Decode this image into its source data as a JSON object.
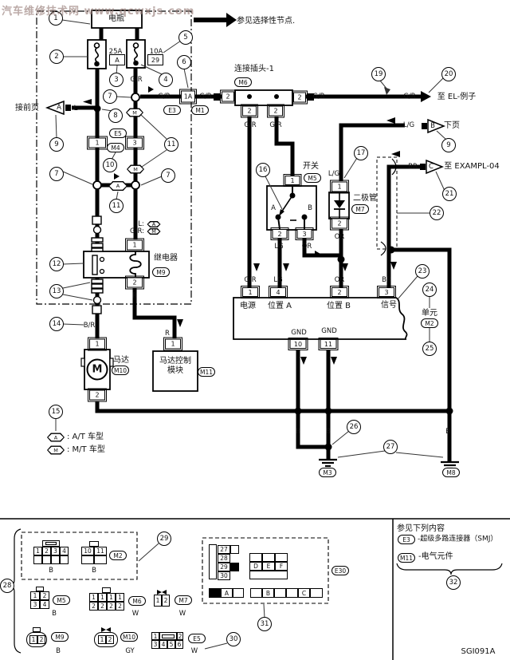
{
  "watermark": "汽车维修技术网 www.qcwxjs.com",
  "footer_code": "SGI091A",
  "colors": {
    "wire": "#000000",
    "background": "#ffffff",
    "watermark": "#96807a"
  },
  "texts": [
    [
      146,
      24,
      "电瓶"
    ],
    [
      145,
      65,
      "25A",
      "s"
    ],
    [
      196,
      65,
      "10A",
      "s"
    ],
    [
      121,
      100,
      "L",
      "s"
    ],
    [
      171,
      100,
      "G/R",
      "s"
    ],
    [
      34,
      136,
      "接前页"
    ],
    [
      95,
      136,
      "L",
      "s"
    ],
    [
      206,
      121,
      "G/R",
      "s"
    ],
    [
      258,
      121,
      "G/R",
      "s"
    ],
    [
      297,
      27,
      "参见选择性节点.",
      "l"
    ],
    [
      319,
      87,
      "连接插头-1"
    ],
    [
      314,
      157,
      "G/R",
      "s"
    ],
    [
      346,
      157,
      "G/R",
      "s"
    ],
    [
      400,
      121,
      "G/R",
      "s"
    ],
    [
      514,
      121,
      "G/R",
      "s"
    ],
    [
      573,
      122,
      "至 EL-例子"
    ],
    [
      513,
      157,
      "L/G",
      "s"
    ],
    [
      567,
      158,
      "下页"
    ],
    [
      518,
      209,
      "BR",
      "s"
    ],
    [
      592,
      209,
      "至 EXAMPL-04"
    ],
    [
      419,
      218,
      "L/G",
      "s"
    ],
    [
      390,
      209,
      "开关"
    ],
    [
      343,
      261,
      "A",
      "s"
    ],
    [
      389,
      261,
      "B",
      "s"
    ],
    [
      350,
      309,
      "LG",
      "s"
    ],
    [
      385,
      309,
      "OR",
      "s"
    ],
    [
      458,
      249,
      "二极管"
    ],
    [
      426,
      297,
      "OR",
      "s"
    ],
    [
      177,
      281,
      "L:",
      "s"
    ],
    [
      172,
      290,
      "G/R:",
      "s"
    ],
    [
      208,
      324,
      "继电器"
    ],
    [
      169,
      371,
      "R",
      "s"
    ],
    [
      112,
      408,
      "B/R",
      "s"
    ],
    [
      210,
      418,
      "R",
      "s"
    ],
    [
      152,
      452,
      "马达"
    ],
    [
      220,
      453,
      "马达控制"
    ],
    [
      220,
      465,
      "模块"
    ],
    [
      539,
      393,
      "单元"
    ],
    [
      311,
      384,
      "电源"
    ],
    [
      351,
      384,
      "位置 A"
    ],
    [
      425,
      384,
      "位置 B"
    ],
    [
      488,
      383,
      "信号"
    ],
    [
      375,
      417,
      "GND",
      "s"
    ],
    [
      413,
      415,
      "GND",
      "s"
    ],
    [
      314,
      351,
      "G/R",
      "s"
    ],
    [
      349,
      351,
      "LG",
      "s"
    ],
    [
      426,
      351,
      "OR",
      "s"
    ],
    [
      485,
      351,
      "BR",
      "s"
    ],
    [
      374,
      541,
      "B",
      "s"
    ],
    [
      412,
      541,
      "B",
      "s"
    ],
    [
      562,
      541,
      "B",
      "s"
    ],
    [
      84,
      548,
      ": A/T 车型",
      "l"
    ],
    [
      84,
      564,
      ": M/T 车型",
      "l"
    ],
    [
      74,
      135,
      "A",
      "s"
    ],
    [
      543,
      158,
      "B",
      "s"
    ],
    [
      541,
      209,
      "C",
      "s"
    ],
    [
      122,
      463,
      "M",
      "m"
    ],
    [
      498,
      663,
      "参见下列内容",
      "l"
    ],
    [
      524,
      676,
      "-超级多路连接器（SMJ）",
      "ls"
    ],
    [
      525,
      698,
      "-电气元件",
      "l"
    ],
    [
      64,
      715,
      "B",
      "s"
    ],
    [
      118,
      715,
      "B",
      "s"
    ],
    [
      68,
      769,
      "B",
      "s"
    ],
    [
      170,
      769,
      "W",
      "s"
    ],
    [
      229,
      769,
      "W",
      "s"
    ],
    [
      73,
      816,
      "B",
      "s"
    ],
    [
      163,
      816,
      "GY",
      "s"
    ],
    [
      244,
      816,
      "W",
      "s"
    ]
  ],
  "callouts": [
    [
      70,
      23,
      "1"
    ],
    [
      71,
      71,
      "2"
    ],
    [
      146,
      100,
      "3"
    ],
    [
      208,
      100,
      "4"
    ],
    [
      233,
      47,
      "5"
    ],
    [
      231,
      78,
      "6"
    ],
    [
      138,
      121,
      "7"
    ],
    [
      71,
      218,
      "7"
    ],
    [
      211,
      220,
      "7"
    ],
    [
      145,
      145,
      "8"
    ],
    [
      71,
      181,
      "9"
    ],
    [
      563,
      182,
      "9"
    ],
    [
      138,
      207,
      "10"
    ],
    [
      215,
      181,
      "11"
    ],
    [
      146,
      258,
      "11"
    ],
    [
      71,
      331,
      "12"
    ],
    [
      71,
      365,
      "13"
    ],
    [
      71,
      406,
      "14"
    ],
    [
      70,
      516,
      "15"
    ],
    [
      330,
      213,
      "16"
    ],
    [
      453,
      192,
      "17"
    ],
    [
      475,
      93,
      "19"
    ],
    [
      563,
      93,
      "20"
    ],
    [
      564,
      243,
      "21"
    ],
    [
      548,
      267,
      "22"
    ],
    [
      530,
      340,
      "23"
    ],
    [
      539,
      363,
      "24"
    ],
    [
      539,
      437,
      "25"
    ],
    [
      444,
      535,
      "26"
    ],
    [
      490,
      560,
      "27"
    ],
    [
      9,
      734,
      "28"
    ],
    [
      206,
      675,
      "29"
    ],
    [
      293,
      801,
      "30"
    ],
    [
      332,
      782,
      "31"
    ],
    [
      569,
      730,
      "32"
    ]
  ],
  "ovals": [
    [
      216,
      138,
      "E3"
    ],
    [
      251,
      138,
      "M1"
    ],
    [
      305,
      103,
      "M6"
    ],
    [
      148,
      167,
      "E5"
    ],
    [
      145,
      185,
      "M4"
    ],
    [
      392,
      223,
      "M5"
    ],
    [
      452,
      262,
      "M7"
    ],
    [
      202,
      341,
      "M9"
    ],
    [
      539,
      405,
      "M2"
    ],
    [
      151,
      464,
      "M10"
    ],
    [
      259,
      466,
      "M11"
    ],
    [
      411,
      592,
      "M3"
    ],
    [
      566,
      592,
      "M8"
    ],
    [
      148,
      696,
      "M2"
    ],
    [
      77,
      752,
      "M5"
    ],
    [
      172,
      753,
      "M6"
    ],
    [
      230,
      752,
      "M7"
    ],
    [
      75,
      798,
      "M9"
    ],
    [
      162,
      798,
      "M10"
    ],
    [
      247,
      800,
      "E5"
    ],
    [
      427,
      715,
      "E30"
    ],
    [
      510,
      676,
      "E3"
    ],
    [
      510,
      699,
      "M11"
    ]
  ],
  "pins": [
    [
      236,
      121,
      18,
      15,
      "1A"
    ],
    [
      286,
      121,
      16,
      13,
      "2"
    ],
    [
      376,
      122,
      16,
      13,
      "2"
    ],
    [
      313,
      139,
      18,
      13,
      "2"
    ],
    [
      346,
      139,
      18,
      13,
      "2"
    ],
    [
      122,
      179,
      22,
      13,
      "1"
    ],
    [
      169,
      179,
      20,
      13,
      "3"
    ],
    [
      367,
      226,
      19,
      12,
      "1"
    ],
    [
      351,
      293,
      19,
      12,
      "2"
    ],
    [
      382,
      293,
      19,
      12,
      "3"
    ],
    [
      426,
      234,
      20,
      13,
      "1"
    ],
    [
      426,
      280,
      20,
      13,
      "2"
    ],
    [
      169,
      307,
      20,
      13,
      "1"
    ],
    [
      169,
      354,
      20,
      13,
      "2"
    ],
    [
      122,
      431,
      20,
      13,
      "1"
    ],
    [
      122,
      495,
      20,
      13,
      "2"
    ],
    [
      217,
      431,
      20,
      13,
      "1"
    ],
    [
      314,
      366,
      20,
      12,
      "1"
    ],
    [
      349,
      366,
      20,
      12,
      "4"
    ],
    [
      426,
      366,
      20,
      12,
      "2"
    ],
    [
      485,
      366,
      20,
      12,
      "3"
    ],
    [
      374,
      431,
      21,
      12,
      "10"
    ],
    [
      412,
      431,
      21,
      12,
      "11"
    ]
  ],
  "locboxes": [
    [
      147,
      75,
      "A"
    ],
    [
      195,
      75,
      "29"
    ]
  ],
  "diamonds": [
    [
      169,
      141,
      22,
      11,
      "M"
    ],
    [
      170,
      212,
      22,
      11,
      "M"
    ],
    [
      148,
      233,
      24,
      12,
      "A"
    ],
    [
      193,
      281,
      17,
      8,
      "A"
    ],
    [
      193,
      290,
      17,
      8,
      "M"
    ],
    [
      70,
      548,
      22,
      11,
      "A"
    ],
    [
      70,
      564,
      22,
      11,
      "M"
    ]
  ],
  "boxes": [
    [
      33,
      792,
      26,
      19,
      9
    ],
    [
      118,
      792,
      30,
      19,
      9
    ]
  ],
  "cells": [
    [
      42,
      685,
      11,
      11,
      "1"
    ],
    [
      53,
      685,
      11,
      11,
      "2"
    ],
    [
      64,
      685,
      11,
      11,
      "3"
    ],
    [
      75,
      685,
      11,
      11,
      "4"
    ],
    [
      42,
      696,
      11,
      11,
      ""
    ],
    [
      53,
      696,
      11,
      11,
      ""
    ],
    [
      64,
      696,
      11,
      11,
      ""
    ],
    [
      75,
      696,
      11,
      11,
      ""
    ],
    [
      53,
      677,
      22,
      8,
      ""
    ],
    [
      57,
      679,
      14,
      4,
      ""
    ],
    [
      102,
      685,
      16,
      11,
      "10"
    ],
    [
      118,
      685,
      16,
      11,
      "11"
    ],
    [
      102,
      696,
      16,
      11,
      ""
    ],
    [
      118,
      696,
      16,
      11,
      ""
    ],
    [
      112,
      678,
      12,
      7,
      ""
    ],
    [
      38,
      741,
      12,
      11,
      "1"
    ],
    [
      50,
      741,
      12,
      11,
      "2"
    ],
    [
      38,
      752,
      12,
      11,
      "3"
    ],
    [
      50,
      752,
      12,
      11,
      "4"
    ],
    [
      45,
      735,
      10,
      6,
      ""
    ],
    [
      112,
      743,
      11,
      11,
      "1"
    ],
    [
      123,
      743,
      11,
      11,
      "1"
    ],
    [
      134,
      743,
      11,
      11,
      "1"
    ],
    [
      145,
      743,
      11,
      11,
      "1"
    ],
    [
      112,
      754,
      11,
      11,
      "2"
    ],
    [
      123,
      754,
      11,
      11,
      "2"
    ],
    [
      134,
      754,
      11,
      11,
      "2"
    ],
    [
      145,
      754,
      11,
      11,
      "2"
    ],
    [
      128,
      736,
      11,
      7,
      ""
    ],
    [
      193,
      745,
      10,
      15,
      "1"
    ],
    [
      203,
      745,
      10,
      15,
      "2"
    ],
    [
      37,
      796,
      10,
      11,
      "1"
    ],
    [
      47,
      796,
      10,
      11,
      "2"
    ],
    [
      41,
      786,
      10,
      6,
      ""
    ],
    [
      123,
      796,
      10,
      11,
      "1"
    ],
    [
      133,
      796,
      10,
      11,
      "2"
    ],
    [
      190,
      792,
      10,
      10,
      "1"
    ],
    [
      200,
      792,
      22,
      10,
      ""
    ],
    [
      203,
      795,
      16,
      5,
      ""
    ],
    [
      222,
      792,
      8,
      10,
      "2"
    ],
    [
      190,
      802,
      10,
      11,
      "3"
    ],
    [
      200,
      802,
      10,
      11,
      "4"
    ],
    [
      210,
      802,
      10,
      11,
      "5"
    ],
    [
      220,
      802,
      10,
      11,
      "6"
    ],
    [
      262,
      682,
      10,
      44,
      ""
    ],
    [
      273,
      683,
      16,
      11,
      "27"
    ],
    [
      273,
      694,
      16,
      11,
      "28"
    ],
    [
      273,
      705,
      16,
      11,
      "29"
    ],
    [
      273,
      716,
      16,
      11,
      "30"
    ],
    [
      289,
      683,
      11,
      11,
      ""
    ],
    [
      289,
      705,
      11,
      11,
      "",
      "f"
    ],
    [
      313,
      693,
      16,
      11,
      ""
    ],
    [
      329,
      693,
      16,
      11,
      ""
    ],
    [
      345,
      693,
      16,
      11,
      ""
    ],
    [
      313,
      704,
      16,
      11,
      "D"
    ],
    [
      329,
      704,
      16,
      11,
      "E"
    ],
    [
      345,
      704,
      16,
      11,
      "F"
    ],
    [
      313,
      715,
      48,
      11,
      ""
    ],
    [
      262,
      737,
      15,
      12,
      "",
      "f"
    ],
    [
      277,
      737,
      15,
      12,
      "A"
    ],
    [
      292,
      737,
      14,
      12,
      ""
    ],
    [
      314,
      737,
      15,
      12,
      ""
    ],
    [
      329,
      737,
      15,
      12,
      "B"
    ],
    [
      344,
      737,
      15,
      12,
      ""
    ],
    [
      359,
      737,
      15,
      12,
      ""
    ],
    [
      374,
      737,
      15,
      12,
      "C"
    ],
    [
      389,
      737,
      16,
      12,
      ""
    ]
  ]
}
